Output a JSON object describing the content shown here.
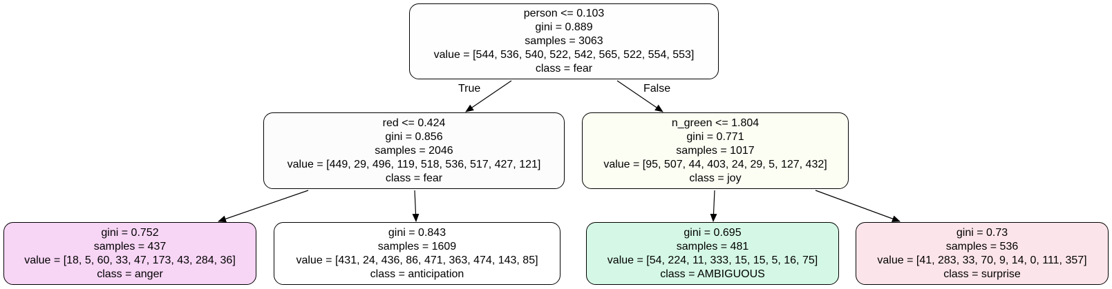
{
  "tree": {
    "nodes": [
      {
        "id": "root",
        "split": "person <= 0.103",
        "gini": "gini = 0.889",
        "samples": "samples = 3063",
        "value": "value = [544, 536, 540, 522, 542, 565, 522, 554, 553]",
        "class": "class = fear",
        "fill": "#fefefe"
      },
      {
        "id": "left",
        "split": "red <= 0.424",
        "gini": "gini = 0.856",
        "samples": "samples = 2046",
        "value": "value = [449, 29, 496, 119, 518, 536, 517, 427, 121]",
        "class": "class = fear",
        "fill": "#fcfcfc"
      },
      {
        "id": "right",
        "split": "n_green <= 1.804",
        "gini": "gini = 0.771",
        "samples": "samples = 1017",
        "value": "value = [95, 507, 44, 403, 24, 29, 5, 127, 432]",
        "class": "class = joy",
        "fill": "#fcfdf3"
      },
      {
        "id": "leaf-anger",
        "gini": "gini = 0.752",
        "samples": "samples = 437",
        "value": "value = [18, 5, 60, 33, 47, 173, 43, 284, 36]",
        "class": "class = anger",
        "fill": "#f7d5f5"
      },
      {
        "id": "leaf-anticipation",
        "gini": "gini = 0.843",
        "samples": "samples = 1609",
        "value": "value = [431, 24, 436, 86, 471, 363, 474, 143, 85]",
        "class": "class = anticipation",
        "fill": "#ffffff"
      },
      {
        "id": "leaf-ambiguous",
        "gini": "gini = 0.695",
        "samples": "samples = 481",
        "value": "value = [54, 224, 11, 333, 15, 15, 5, 16, 75]",
        "class": "class = AMBIGUOUS",
        "fill": "#d5f8e6"
      },
      {
        "id": "leaf-surprise",
        "gini": "gini = 0.73",
        "samples": "samples = 536",
        "value": "value = [41, 283, 33, 70, 9, 14, 0, 111, 357]",
        "class": "class = surprise",
        "fill": "#fce5ea"
      }
    ],
    "edges": [
      {
        "from": "root",
        "to": "left",
        "label": "True"
      },
      {
        "from": "root",
        "to": "right",
        "label": "False"
      },
      {
        "from": "left",
        "to": "leaf-anger",
        "label": ""
      },
      {
        "from": "left",
        "to": "leaf-anticipation",
        "label": ""
      },
      {
        "from": "right",
        "to": "leaf-ambiguous",
        "label": ""
      },
      {
        "from": "right",
        "to": "leaf-surprise",
        "label": ""
      }
    ]
  }
}
